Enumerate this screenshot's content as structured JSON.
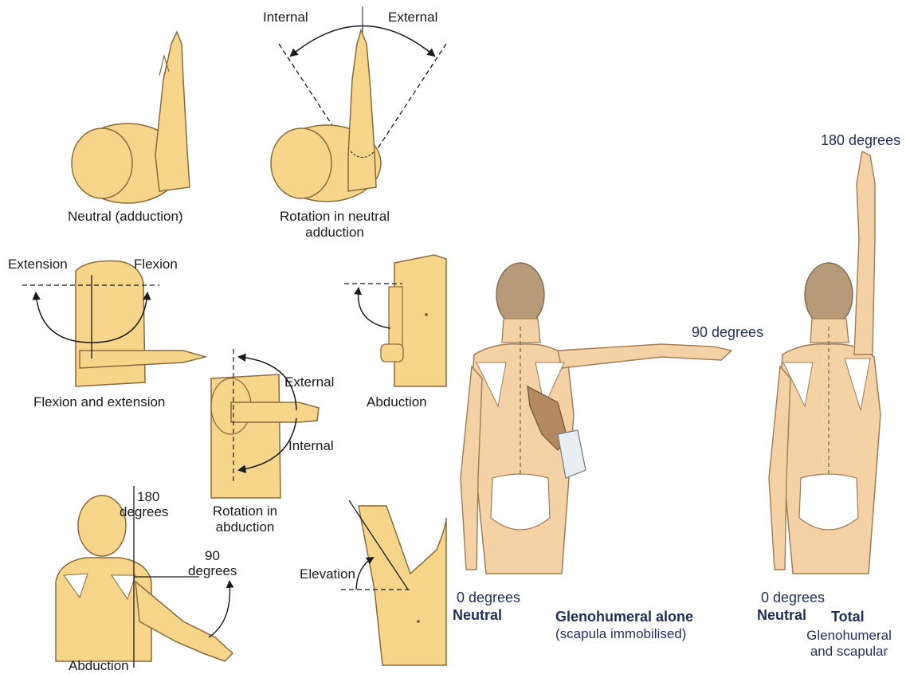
{
  "colors": {
    "skin_arm": "#f7d58b",
    "skin_outline": "#8a6a3a",
    "skin_back": "#f5d2a6",
    "skin_back_outline": "#a07b55",
    "hair": "#b79a78",
    "bone": "#ffffff",
    "examiner_hand": "#b58a63",
    "label_dark": "#1a1a1a",
    "label_blue": "#1f2f5c"
  },
  "left": {
    "neutral_adduction": "Neutral (adduction)",
    "rotation_neutral": "Rotation in neutral adduction",
    "internal_top": "Internal",
    "external_top": "External",
    "extension": "Extension",
    "flexion": "Flexion",
    "flexion_and_extension": "Flexion and extension",
    "abduction_mid": "Abduction",
    "external_mid": "External",
    "internal_mid": "Internal",
    "rotation_abduction": "Rotation in abduction",
    "deg180_a": "180",
    "deg180_b": "degrees",
    "deg90_a": "90",
    "deg90_b": "degrees",
    "abduction_bottom": "Abduction",
    "elevation": "Elevation"
  },
  "right": {
    "deg180": "180 degrees",
    "deg90": "90 degrees",
    "deg0_left": "0 degrees",
    "neutral_left": "Neutral",
    "gleno_alone": "Glenohumeral alone",
    "scapula_immobilised": "(scapula immobilised)",
    "deg0_right": "0 degrees",
    "neutral_right": "Neutral",
    "total": "Total",
    "gleno_and_scapular": "Glenohumeral and scapular"
  }
}
